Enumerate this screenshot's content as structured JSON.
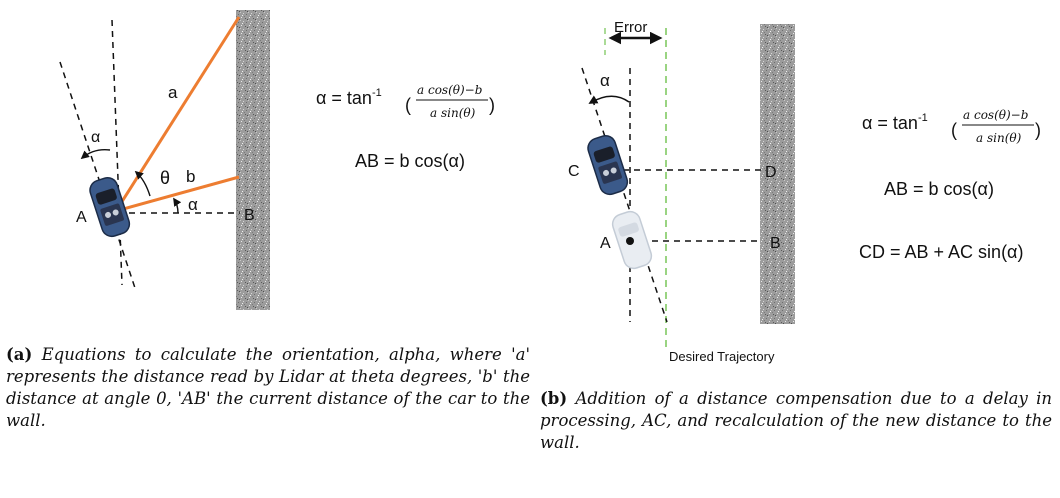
{
  "panel_a": {
    "labels": {
      "a": "a",
      "b": "b",
      "theta": "θ",
      "alpha": "α",
      "alpha_top": "α",
      "point_A": "A",
      "point_B": "B"
    },
    "equations": {
      "alpha_prefix": "α = tan",
      "alpha_sup": "-1",
      "alpha_num": "a cos(θ)−b",
      "alpha_den": "a sin(θ)",
      "ab": "AB = b cos(α)"
    },
    "caption": {
      "tag": "(a)",
      "text": "Equations to calculate the orientation, alpha, where 'a' represents the distance read by Lidar at theta degrees, 'b' the distance at angle 0, 'AB' the current distance of the car to the wall."
    }
  },
  "panel_b": {
    "labels": {
      "error": "Error",
      "alpha": "α",
      "point_A": "A",
      "point_B": "B",
      "point_C": "C",
      "point_D": "D",
      "desired": "Desired Trajectory"
    },
    "equations": {
      "alpha_prefix": "α = tan",
      "alpha_sup": "-1",
      "alpha_num": "a cos(θ)−b",
      "alpha_den": "a sin(θ)",
      "ab": "AB = b cos(α)",
      "cd": "CD = AB + AC sin(α)"
    },
    "caption": {
      "tag": "(b)",
      "text": "Addition of a distance compensation due to a delay in processing, AC, and recalculation of the new distance to the wall."
    }
  },
  "colors": {
    "lidar_ray": "#ed7d31",
    "desired_line": "#8fcf75",
    "car_blue": "#3b5a8a",
    "wall": "#9a9a9a"
  }
}
